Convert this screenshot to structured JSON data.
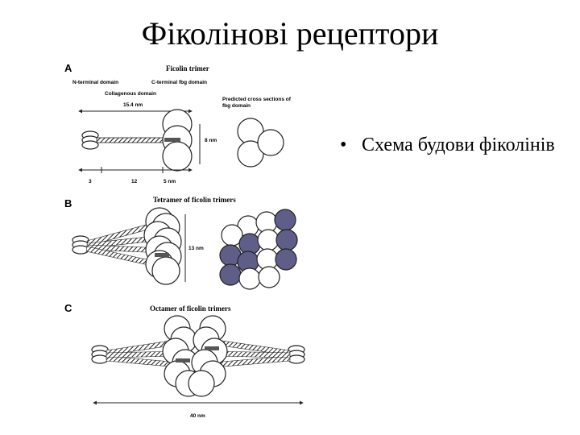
{
  "slide": {
    "title": "Фіколінові рецептори",
    "bullet_symbol": "•",
    "bullet_text": "Схема будови фіколінів"
  },
  "figure": {
    "panels": [
      {
        "letter": "A",
        "title": "Ficolin trimer",
        "labels": {
          "n_terminal": "N-terminal domain",
          "c_terminal": "C-terminal fbg domain",
          "collagenous": "Collagenous domain",
          "length": "15.4 nm",
          "cross_sections": "Predicted cross sections of",
          "cross_sections_2": "fbg domain",
          "height": "8 nm",
          "seg1": "3",
          "seg2": "12",
          "seg3": "5 nm"
        }
      },
      {
        "letter": "B",
        "title": "Tetramer of ficolin trimers",
        "labels": {
          "height": "13 nm"
        }
      },
      {
        "letter": "C",
        "title": "Octamer of ficolin trimers",
        "labels": {
          "width": "40 nm"
        }
      }
    ],
    "colors": {
      "shaded_domain": "#5e5e88",
      "line": "#222222"
    }
  }
}
